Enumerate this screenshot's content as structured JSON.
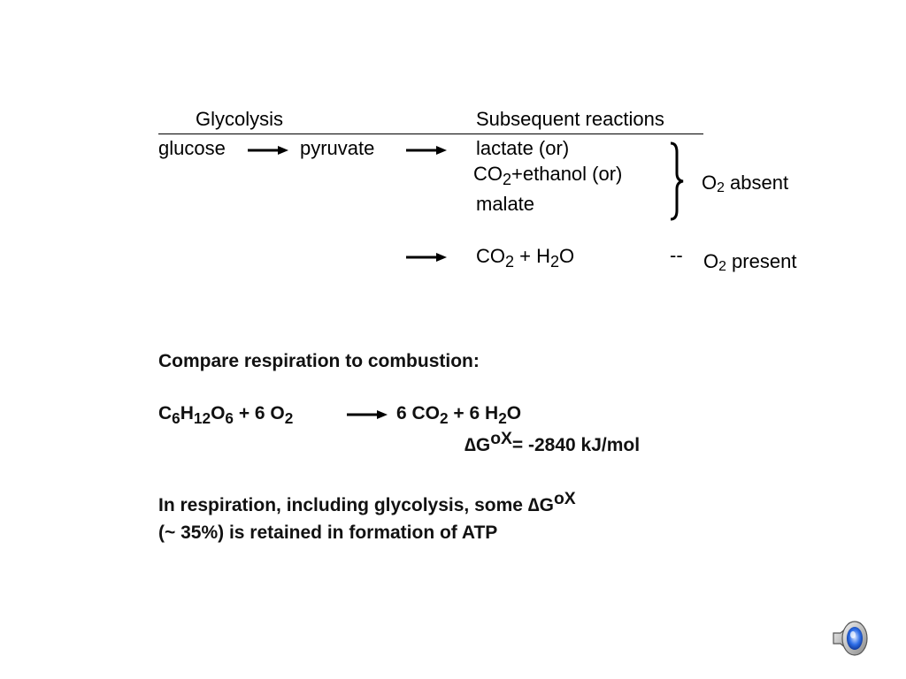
{
  "header": {
    "col1": "Glycolysis",
    "col2": "Subsequent reactions"
  },
  "pathway": {
    "glucose": "glucose",
    "pyruvate": "pyruvate",
    "lactate": "lactate (or)",
    "co2_ethanol": {
      "co": "CO",
      "sub": "2",
      "rest": "+ethanol (or)"
    },
    "malate": "malate",
    "aerobic_product": {
      "co": "CO",
      "sub1": "2",
      "mid": " + H",
      "sub2": "2",
      "end": "O"
    },
    "dashes": "--",
    "o2_absent": {
      "o": "O",
      "sub": "2",
      "rest": " absent"
    },
    "o2_present": {
      "o": "O",
      "sub": "2",
      "rest": " present"
    }
  },
  "comparison": {
    "heading": "Compare respiration to combustion:",
    "equation_left": [
      {
        "text": "C",
        "sub": "6"
      },
      {
        "text": "H",
        "sub": "12"
      },
      {
        "text": "O",
        "sub": "6"
      },
      {
        "text": " + 6 O",
        "sub": "2"
      }
    ],
    "equation_right": [
      {
        "text": "6 CO",
        "sub": "2"
      },
      {
        "text": " + 6 H",
        "sub": "2"
      },
      {
        "text": "O",
        "sub": ""
      }
    ],
    "delta_g": {
      "delta": "∆",
      "g": "G",
      "sup": "oX",
      "value": "= -2840 kJ/mol"
    },
    "line1_text": "In respiration, including glycolysis, some ",
    "line1_delta": "∆",
    "line1_g": "G",
    "line1_sup": "oX",
    "line2": "(~ 35%) is retained in formation of ATP"
  },
  "icons": {
    "speaker": "speaker-icon"
  },
  "colors": {
    "speaker_blue": "#1e5bd6"
  }
}
